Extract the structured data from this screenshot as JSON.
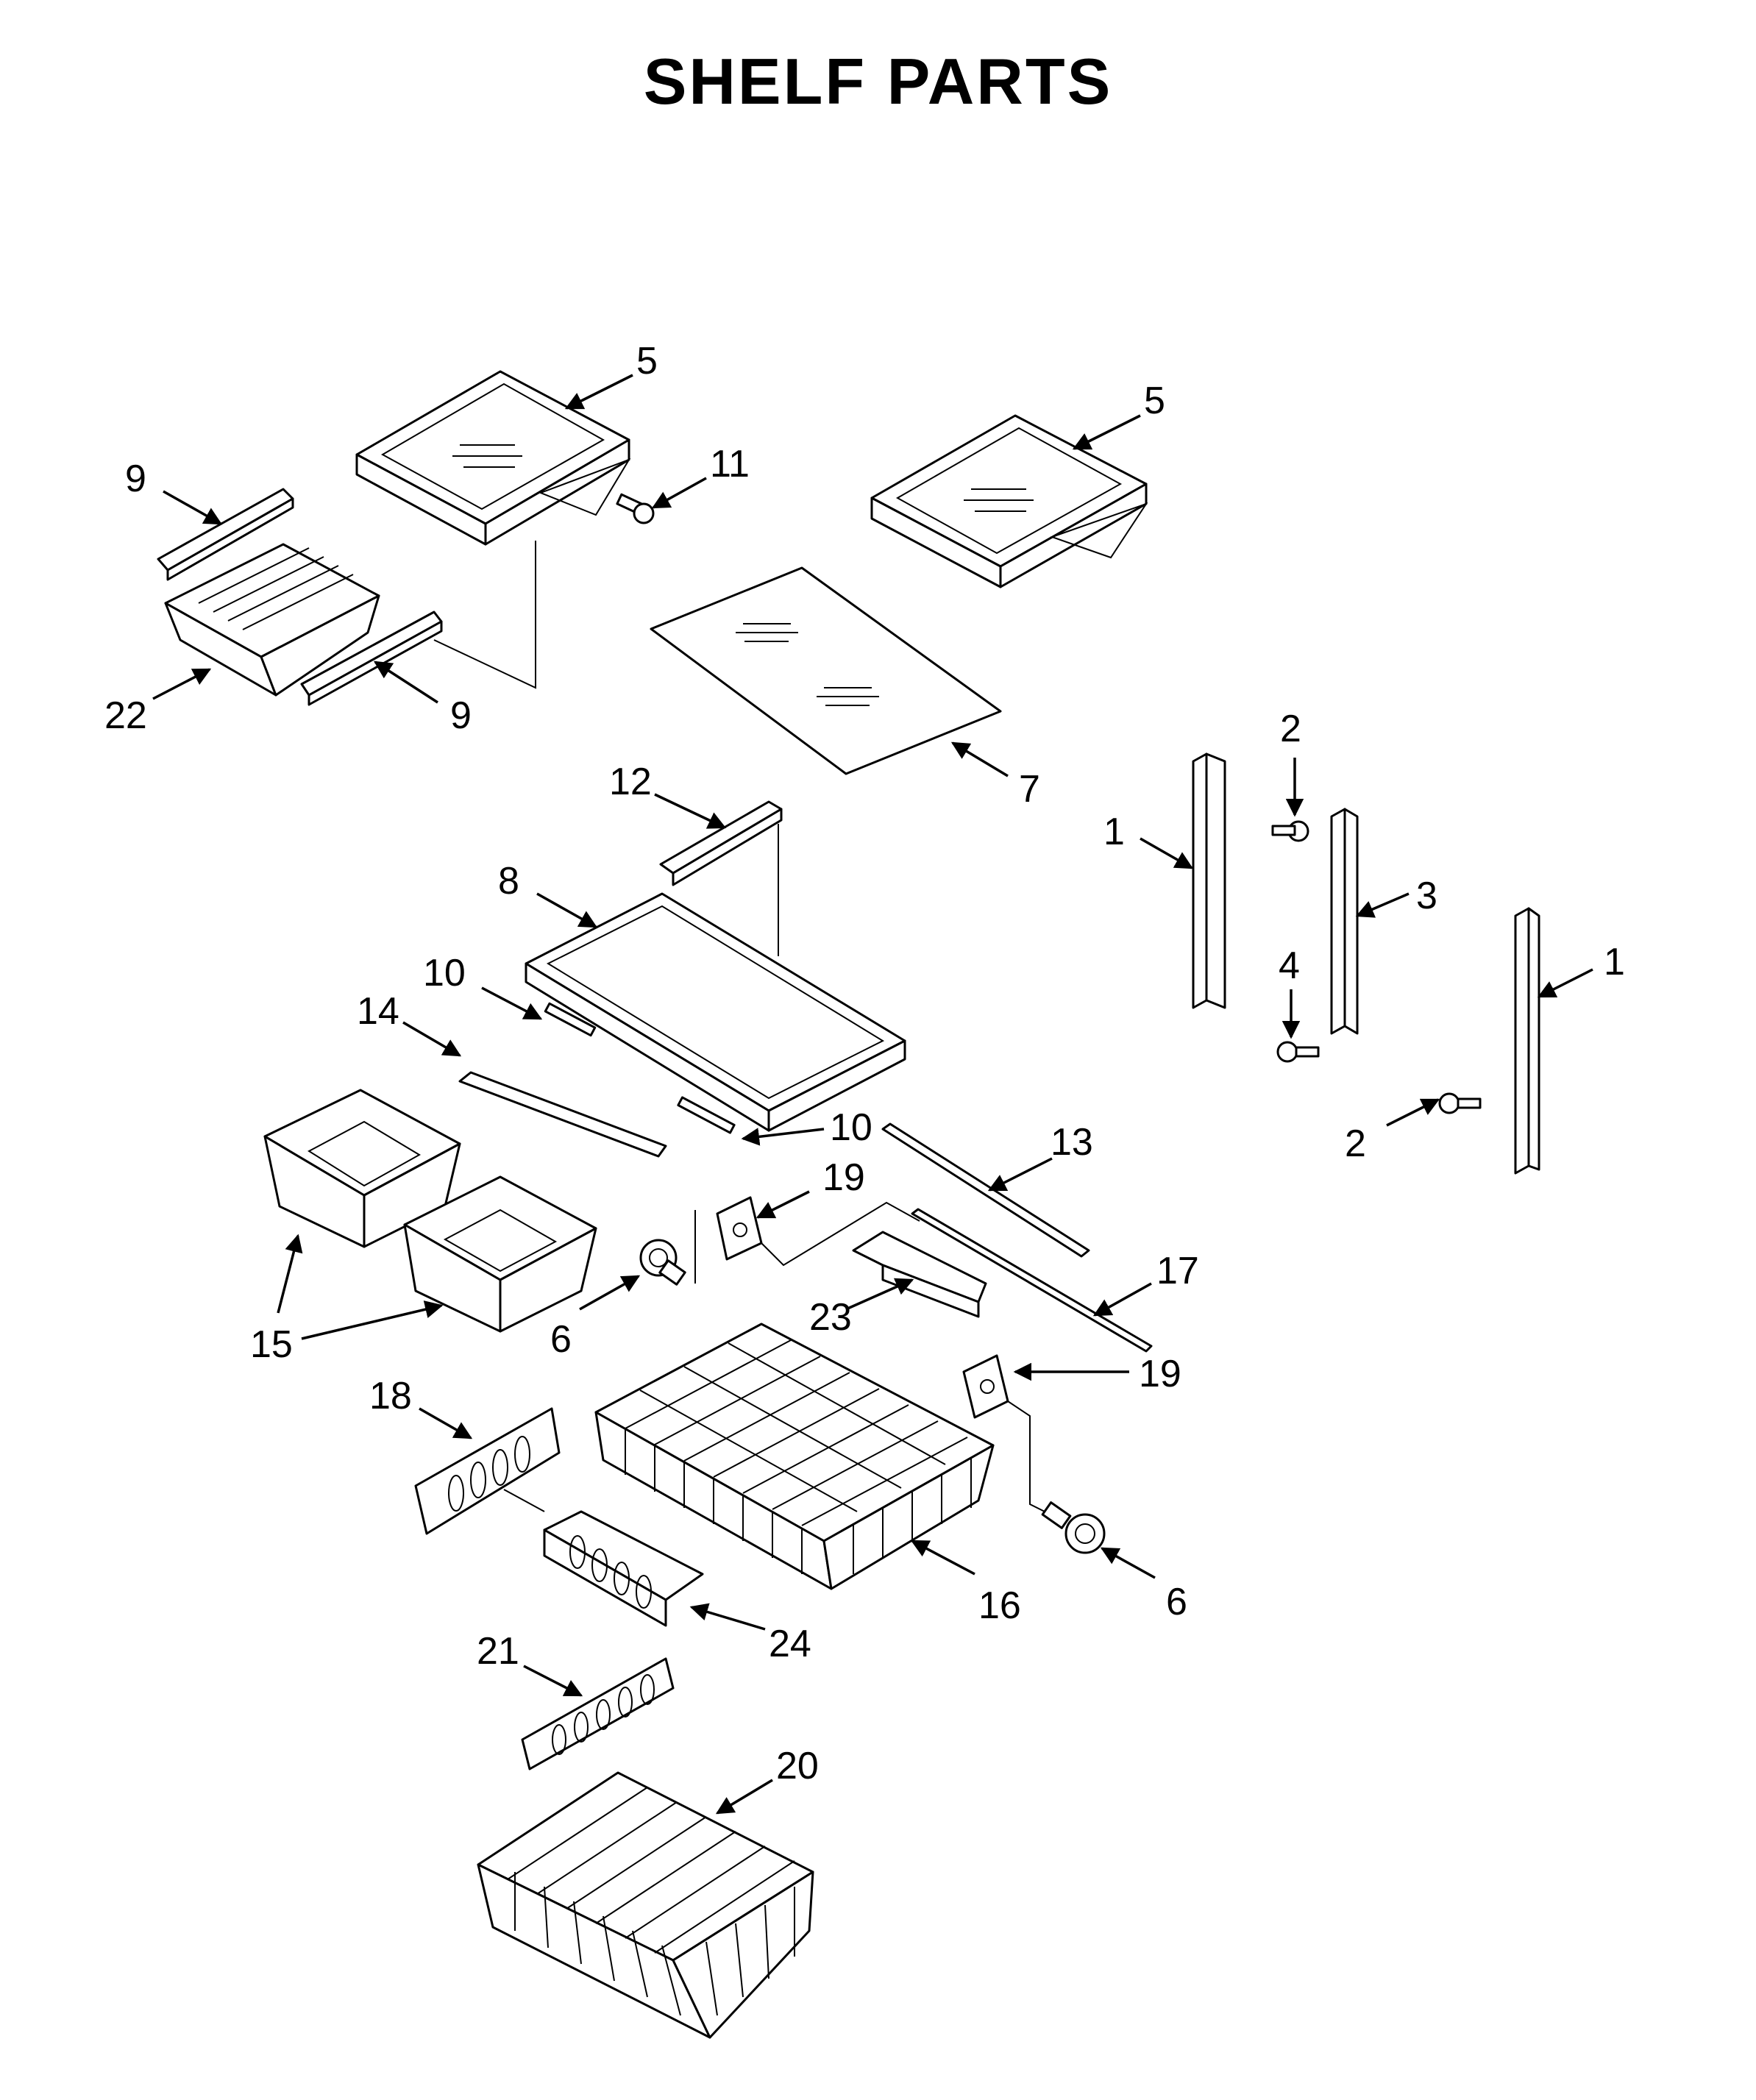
{
  "title": "SHELF PARTS",
  "callouts": [
    "5",
    "5",
    "11",
    "9",
    "9",
    "22",
    "7",
    "12",
    "8",
    "10",
    "10",
    "14",
    "2",
    "1",
    "3",
    "4",
    "1",
    "2",
    "13",
    "19",
    "19",
    "17",
    "23",
    "6",
    "6",
    "15",
    "18",
    "16",
    "24",
    "21",
    "20"
  ]
}
